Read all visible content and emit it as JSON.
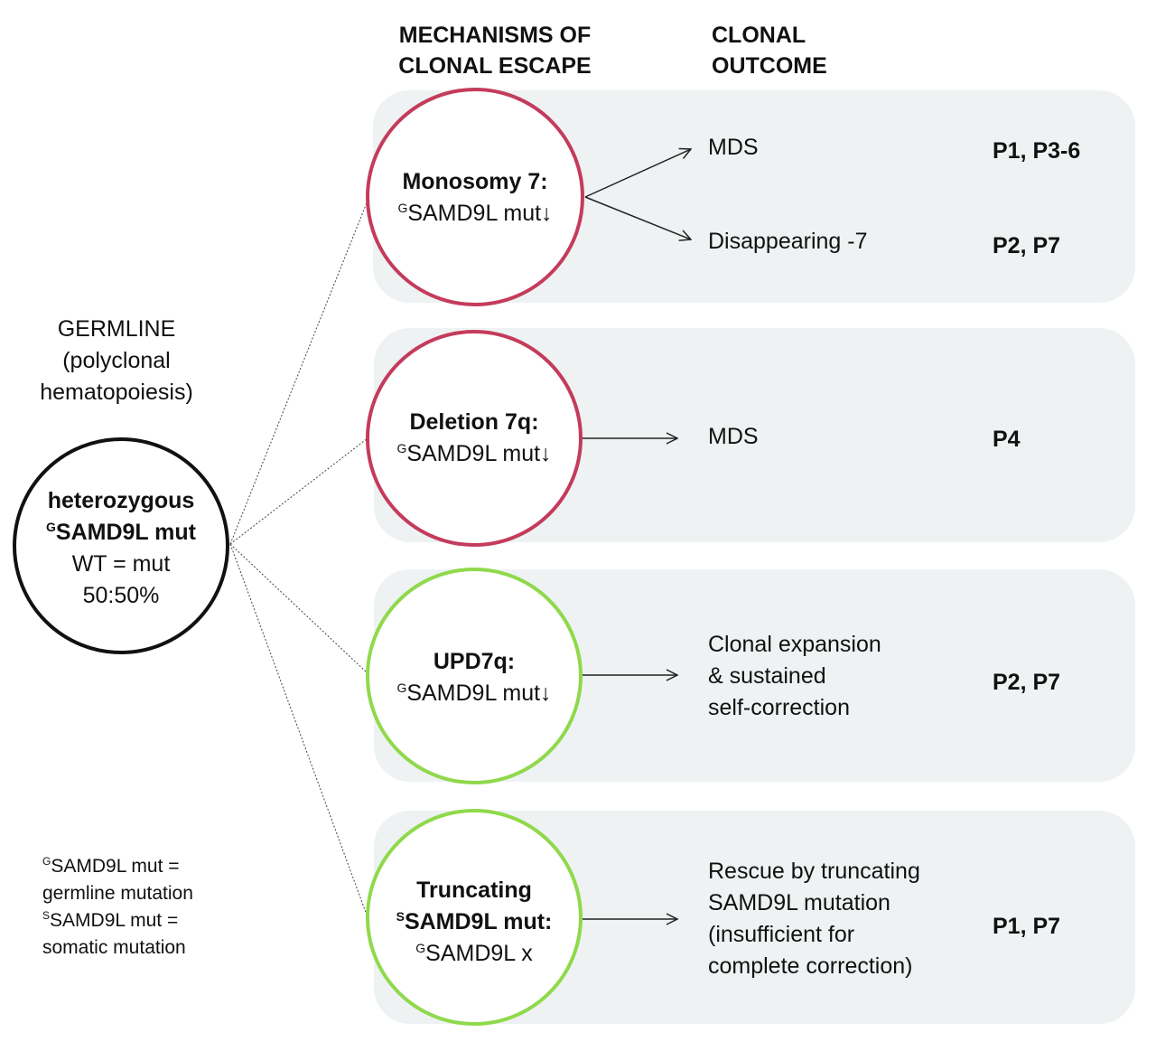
{
  "colors": {
    "panel": "#eef2f3",
    "loss": "#c43b5c",
    "rescue": "#8fd94b",
    "germline": "#111111"
  },
  "headers": {
    "mechanisms": [
      "MECHANISMS OF",
      "CLONAL ESCAPE"
    ],
    "outcome": [
      "CLONAL",
      "OUTCOME"
    ]
  },
  "germline": {
    "label": [
      "GERMLINE",
      "(polyclonal",
      "hematopoiesis)"
    ],
    "circle": {
      "line1": "heterozygous",
      "sup": "G",
      "line2": "SAMD9L mut",
      "line3": "WT = mut",
      "line4": "50:50%"
    }
  },
  "legend": [
    {
      "sup": "G",
      "text": "SAMD9L mut =",
      "desc": "germline mutation"
    },
    {
      "sup": "S",
      "text": "SAMD9L mut =",
      "desc": "somatic mutation"
    }
  ],
  "mechanisms": [
    {
      "title": "Monosomy 7:",
      "sup": "G",
      "sub": "SAMD9L mut↓",
      "outcomes": [
        {
          "text": [
            "MDS"
          ],
          "patients": "P1, P3-6"
        },
        {
          "text": [
            "Disappearing -7"
          ],
          "patients": "P2, P7"
        }
      ]
    },
    {
      "title": "Deletion 7q:",
      "sup": "G",
      "sub": "SAMD9L mut↓",
      "outcomes": [
        {
          "text": [
            "MDS"
          ],
          "patients": "P4"
        }
      ]
    },
    {
      "title": "UPD7q:",
      "sup": "G",
      "sub": "SAMD9L mut↓",
      "outcomes": [
        {
          "text": [
            "Clonal expansion",
            "& sustained",
            "self-correction"
          ],
          "patients": "P2, P7"
        }
      ]
    },
    {
      "title": "Truncating",
      "title_sup": "S",
      "title2": "SAMD9L mut:",
      "sup": "G",
      "sub": "SAMD9L x",
      "outcomes": [
        {
          "text": [
            "Rescue by truncating",
            "SAMD9L mutation",
            "(insufficient for",
            "complete correction)"
          ],
          "patients": "P1, P7"
        }
      ]
    }
  ]
}
